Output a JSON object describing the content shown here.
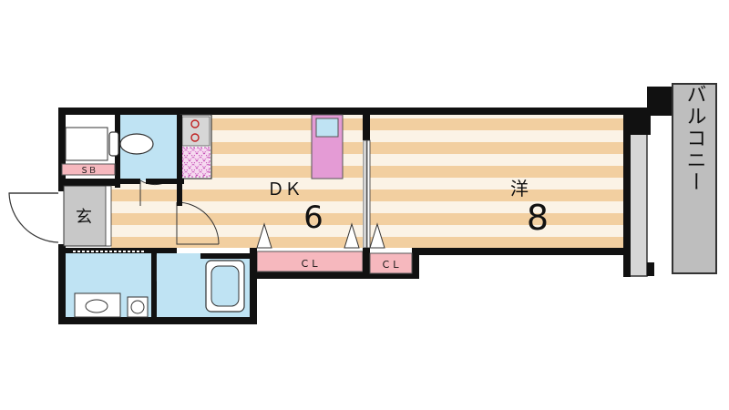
{
  "rooms": {
    "dk": {
      "name": "ＤＫ",
      "size": "6"
    },
    "western": {
      "name": "洋",
      "size": "8"
    },
    "balcony": {
      "name": "バルコニー"
    },
    "entrance": {
      "name": "玄"
    },
    "shoe_box": {
      "name": "ＳＢ"
    },
    "closet_dk": {
      "name": "ＣＬ"
    },
    "closet_western": {
      "name": "ＣＬ"
    }
  },
  "colors": {
    "wall": "#111111",
    "floor_wood": "#F2CFA0",
    "floor_stripe": "#FBF3E6",
    "wet_area": "#BFE3F3",
    "closet": "#F6B8BE",
    "kitchen_sink": "#E49BD5",
    "entrance_floor": "#C8C8C8",
    "balcony": "#BEBEBE"
  }
}
